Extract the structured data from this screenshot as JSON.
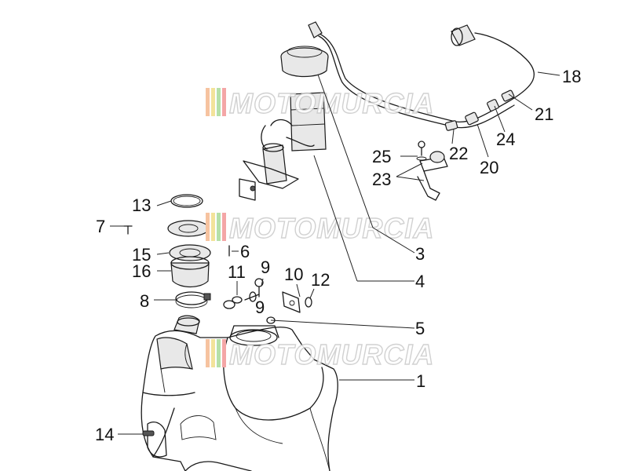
{
  "watermark": {
    "text": "MOTOMURCIA"
  },
  "callouts": [
    {
      "id": "c1",
      "label": "1"
    },
    {
      "id": "c3",
      "label": "3"
    },
    {
      "id": "c4",
      "label": "4"
    },
    {
      "id": "c5",
      "label": "5"
    },
    {
      "id": "c6",
      "label": "6"
    },
    {
      "id": "c7",
      "label": "7"
    },
    {
      "id": "c8",
      "label": "8"
    },
    {
      "id": "c9a",
      "label": "9"
    },
    {
      "id": "c9b",
      "label": "9"
    },
    {
      "id": "c10",
      "label": "10"
    },
    {
      "id": "c11",
      "label": "11"
    },
    {
      "id": "c12",
      "label": "12"
    },
    {
      "id": "c13",
      "label": "13"
    },
    {
      "id": "c14",
      "label": "14"
    },
    {
      "id": "c15",
      "label": "15"
    },
    {
      "id": "c16",
      "label": "16"
    },
    {
      "id": "c18",
      "label": "18"
    },
    {
      "id": "c20",
      "label": "20"
    },
    {
      "id": "c21",
      "label": "21"
    },
    {
      "id": "c22",
      "label": "22"
    },
    {
      "id": "c23",
      "label": "23"
    },
    {
      "id": "c24",
      "label": "24"
    },
    {
      "id": "c25",
      "label": "25"
    }
  ]
}
